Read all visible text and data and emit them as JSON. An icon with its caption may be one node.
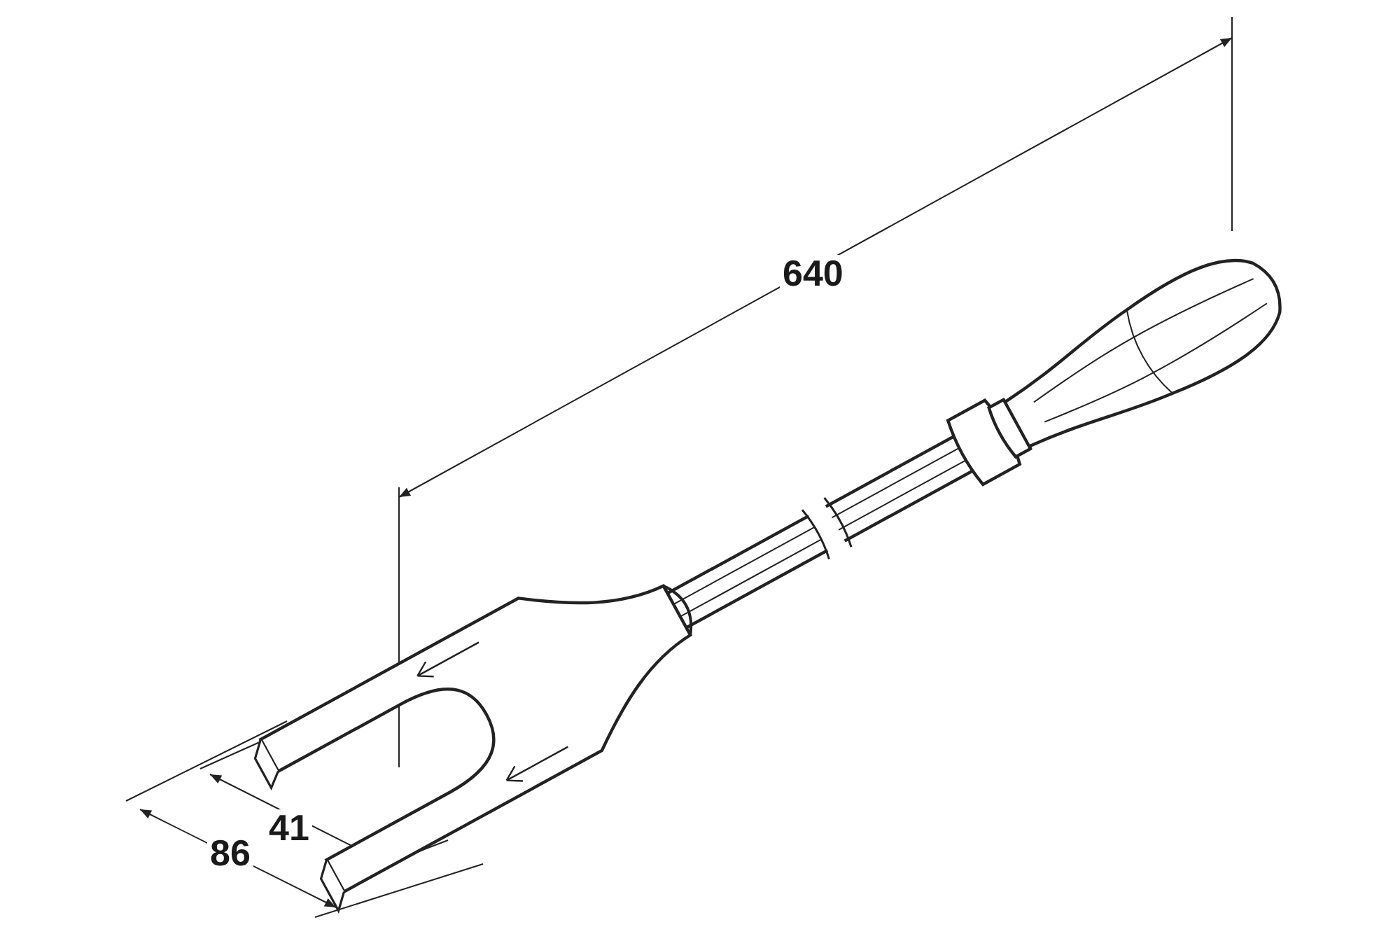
{
  "diagram": {
    "labels": [
      "640",
      "86",
      "41"
    ]
  }
}
